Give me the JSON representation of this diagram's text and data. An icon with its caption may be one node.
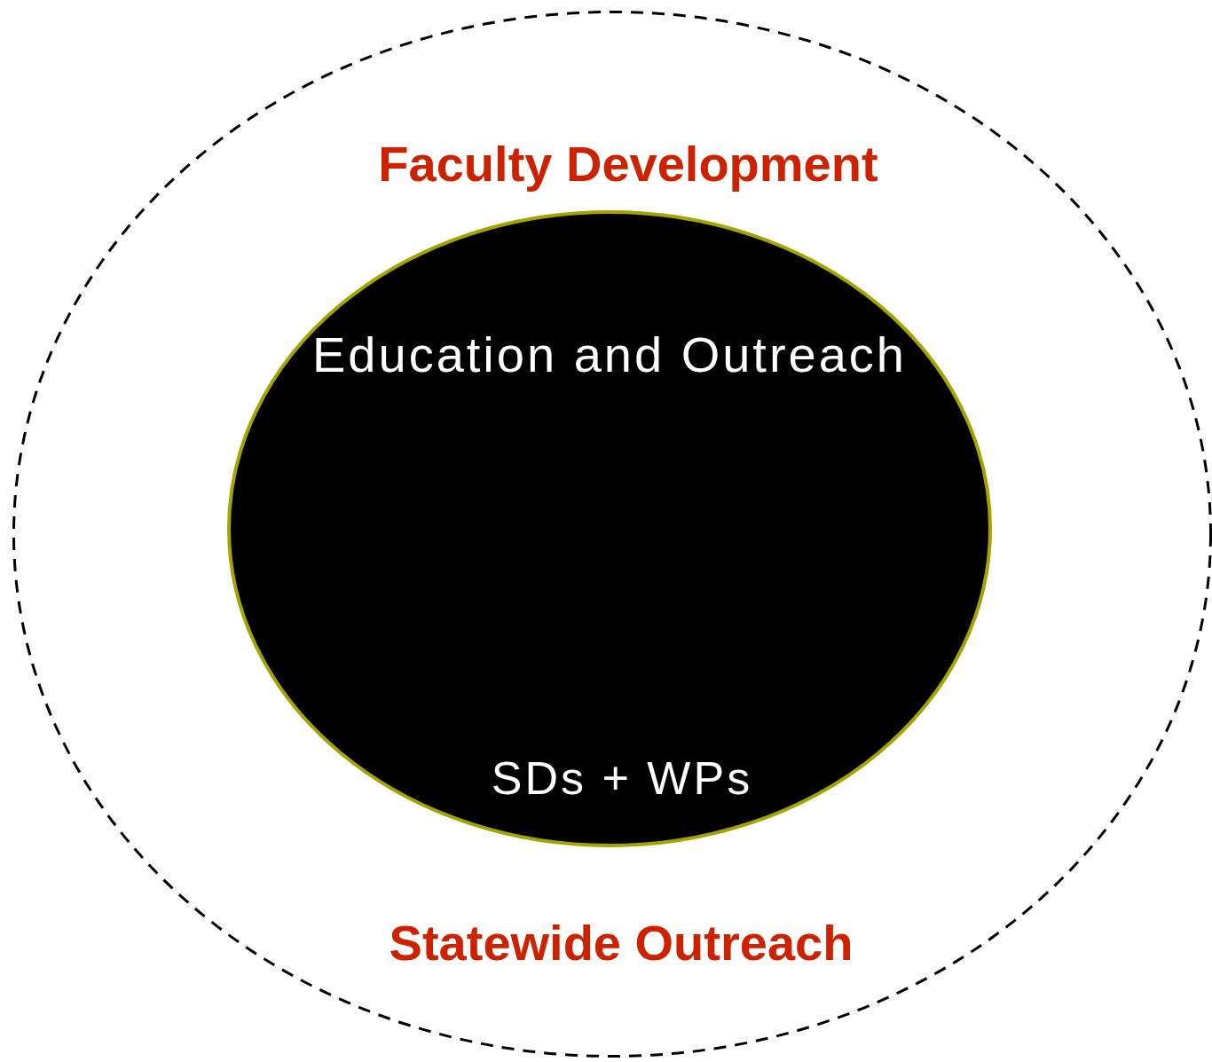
{
  "diagram": {
    "nodes": [
      {
        "text": [
          "Faculty Development",
          "Statewide Outreach"
        ]
      },
      {
        "text": [
          "Education and Outreach",
          "SDs + WPs"
        ],
        "in": 0
      }
    ]
  }
}
